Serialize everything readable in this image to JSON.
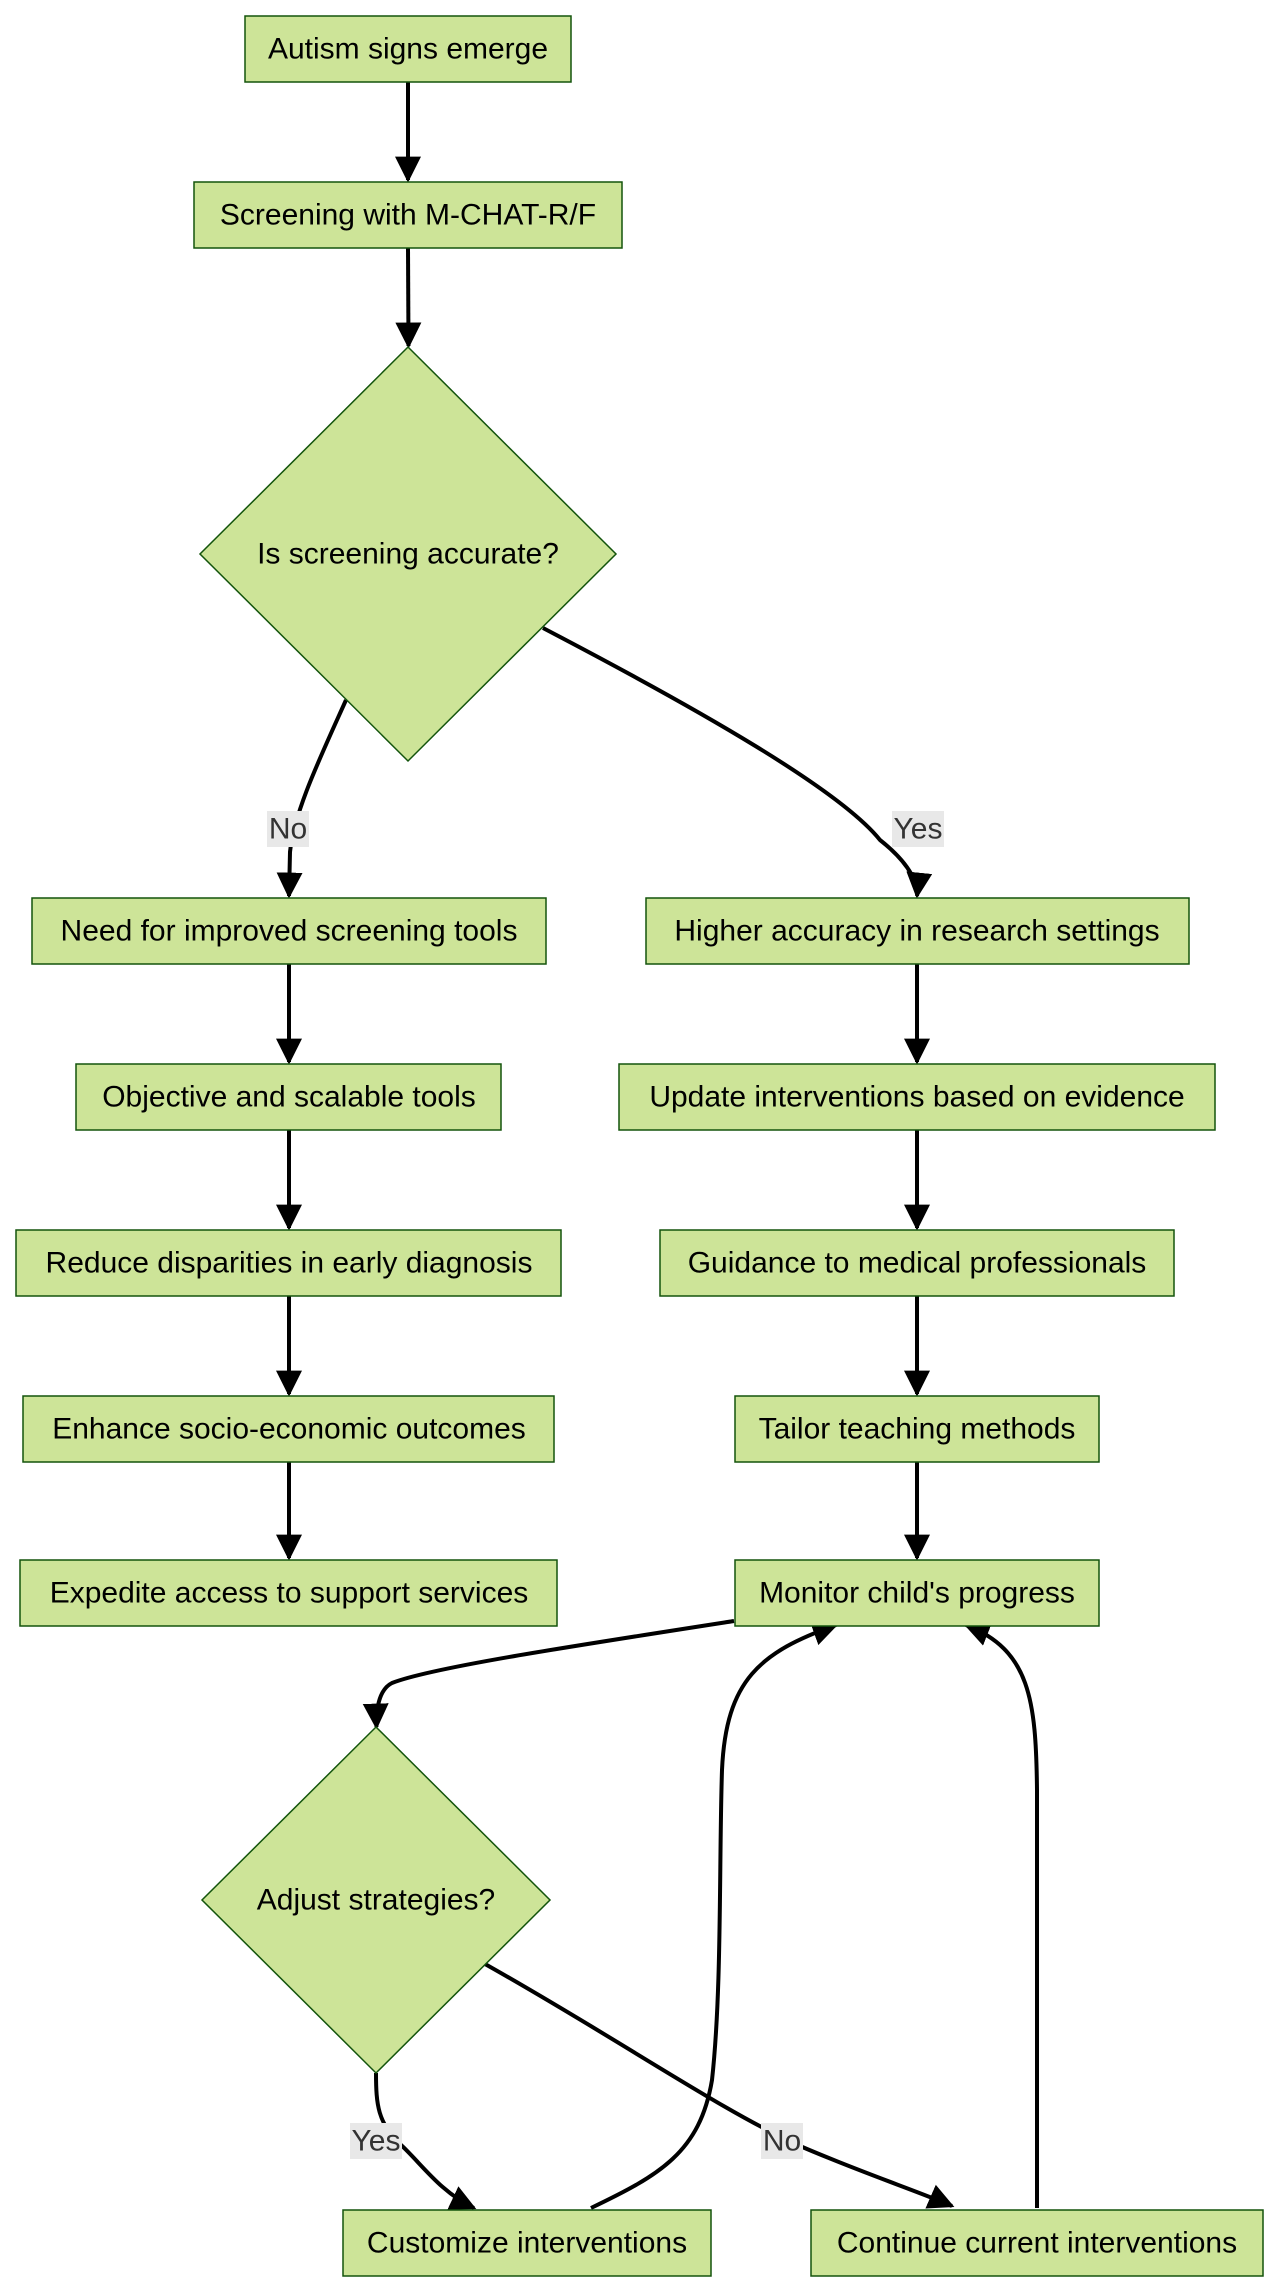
{
  "colors": {
    "node_fill": "#cde498",
    "node_stroke": "#13540c",
    "edge": "#000000",
    "label_bg": "#e8e8e8"
  },
  "nodes": {
    "signs": {
      "label": "Autism signs emerge"
    },
    "screening": {
      "label": "Screening with M-CHAT-R/F"
    },
    "accurate": {
      "label": "Is screening accurate?"
    },
    "improved_tools": {
      "label": "Need for improved screening tools"
    },
    "objective_tools": {
      "label": "Objective and scalable tools"
    },
    "disparities": {
      "label": "Reduce disparities in early diagnosis"
    },
    "socio": {
      "label": "Enhance socio-economic outcomes"
    },
    "expedite": {
      "label": "Expedite access to support services"
    },
    "higher_accuracy": {
      "label": "Higher accuracy in research settings"
    },
    "update": {
      "label": "Update interventions based on evidence"
    },
    "guidance": {
      "label": "Guidance to medical professionals"
    },
    "tailor": {
      "label": "Tailor teaching methods"
    },
    "monitor": {
      "label": "Monitor child's progress"
    },
    "adjust": {
      "label": "Adjust strategies?"
    },
    "customize": {
      "label": "Customize interventions"
    },
    "continue": {
      "label": "Continue current interventions"
    }
  },
  "edge_labels": {
    "accurate_no": "No",
    "accurate_yes": "Yes",
    "adjust_yes": "Yes",
    "adjust_no": "No"
  }
}
